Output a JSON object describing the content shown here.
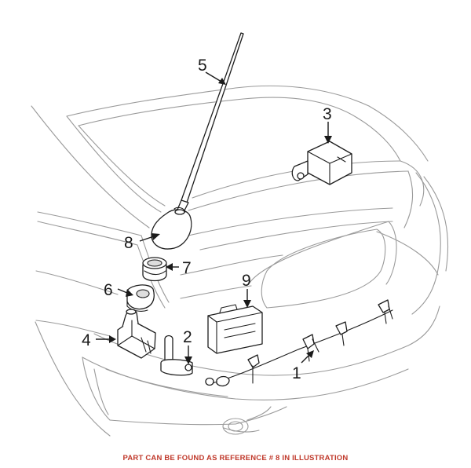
{
  "callouts": [
    {
      "id": "1",
      "label": "1"
    },
    {
      "id": "2",
      "label": "2"
    },
    {
      "id": "3",
      "label": "3"
    },
    {
      "id": "4",
      "label": "4"
    },
    {
      "id": "5",
      "label": "5"
    },
    {
      "id": "6",
      "label": "6"
    },
    {
      "id": "7",
      "label": "7"
    },
    {
      "id": "8",
      "label": "8"
    },
    {
      "id": "9",
      "label": "9"
    }
  ],
  "footer_note": "PART CAN BE FOUND AS REFERENCE # 8 IN ILLUSTRATION",
  "colors": {
    "note": "#c0392b",
    "outline": "#9a9a9a",
    "parts": "#1e1e1e"
  }
}
